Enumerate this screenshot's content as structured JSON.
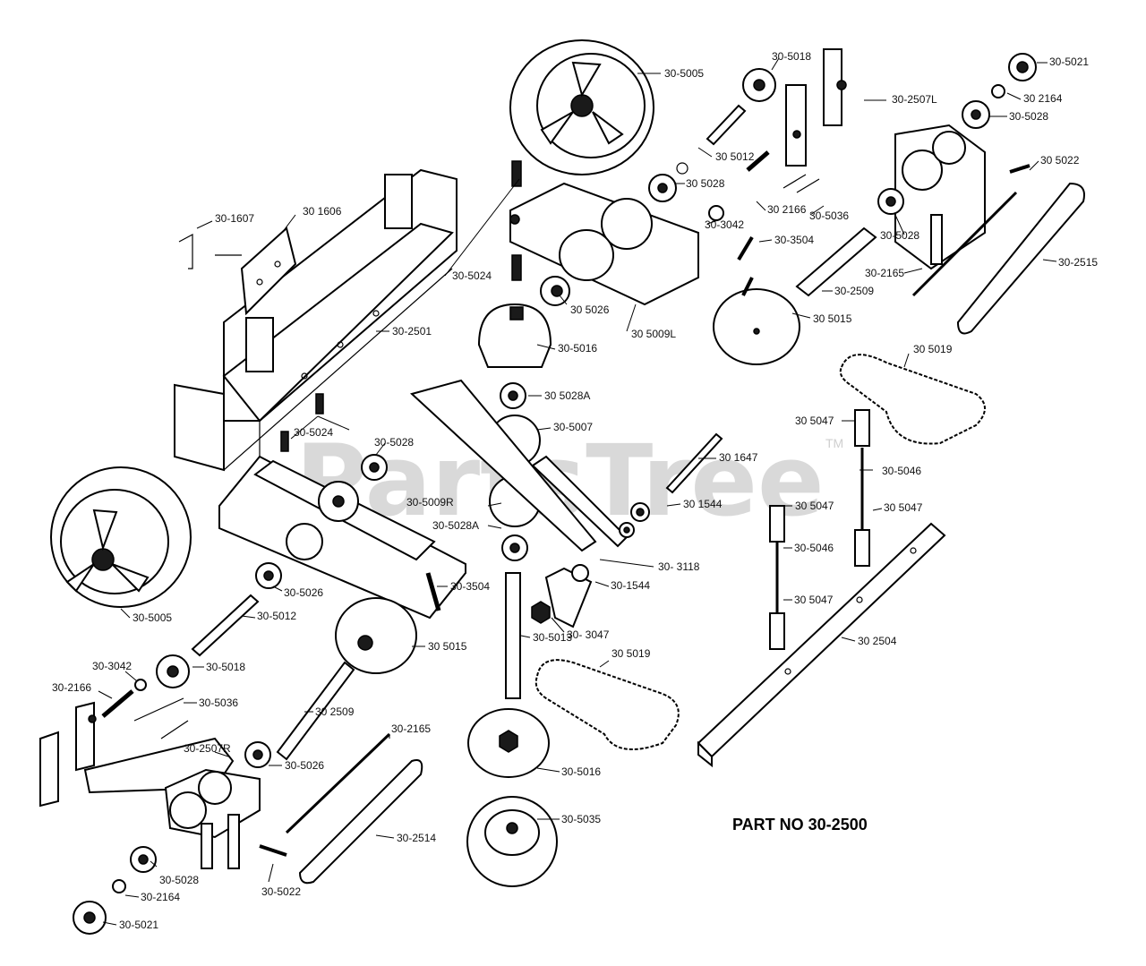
{
  "watermark": "PartsTree",
  "trademark": "TM",
  "part_number": "PART NO 30-2500",
  "labels": {
    "l5005a": "30-5005",
    "l5018a": "30-5018",
    "l5021a": "30-5021",
    "l2164a": "30 2164",
    "l2507L": "30-2507L",
    "l5028a": "30-5028",
    "l5022a": "30 5022",
    "l1607": "30-1607",
    "l1606": "30 1606",
    "l5012a": "30 5012",
    "l5028b": "30 5028",
    "l2166a": "30 2166",
    "l3042a": "30-3042",
    "l5036a": "30-5036",
    "l5028c": "30-5028",
    "l2515": "30-2515",
    "l3504a": "30-3504",
    "l5024a": "30-5024",
    "l5026a": "30 5026",
    "l2165a": "30-2165",
    "l2509a": "30-2509",
    "l5009L": "30 5009L",
    "l5015a": "30 5015",
    "l2501": "30-2501",
    "l5016a": "30-5016",
    "l5019a": "30 5019",
    "l5028A": "30 5028A",
    "l5007": "30-5007",
    "l5047a": "30 5047",
    "l5024b": "30-5024",
    "l5028d": "30-5028",
    "l1647": "30 1647",
    "l5046a": "30-5046",
    "l5009R": "30-5009R",
    "l5028Ab": "30-5028A",
    "l1544a": "30 1544",
    "l5047b": "30 5047",
    "l5047c": "30 5047",
    "l3118": "30- 3118",
    "l5046b": "30-5046",
    "l1544b": "30-1544",
    "l3504b": "30-3504",
    "l5047d": "30 5047",
    "l5005b": "30-5005",
    "l5026b": "30-5026",
    "l5012b": "30-5012",
    "l3047": "30- 3047",
    "l5013": "30-5013",
    "l5015b": "30 5015",
    "l2504": "30 2504",
    "l5019b": "30 5019",
    "l3042b": "30-3042",
    "l5018b": "30-5018",
    "l2166b": "30-2166",
    "l5036b": "30-5036",
    "l2509b": "30 2509",
    "l2165b": "30-2165",
    "l2507R": "30-2507R",
    "l5026c": "30-5026",
    "l5016b": "30-5016",
    "l5035": "30-5035",
    "l2514": "30-2514",
    "l5028e": "30-5028",
    "l2164b": "30-2164",
    "l5022b": "30-5022",
    "l5021b": "30-5021"
  }
}
